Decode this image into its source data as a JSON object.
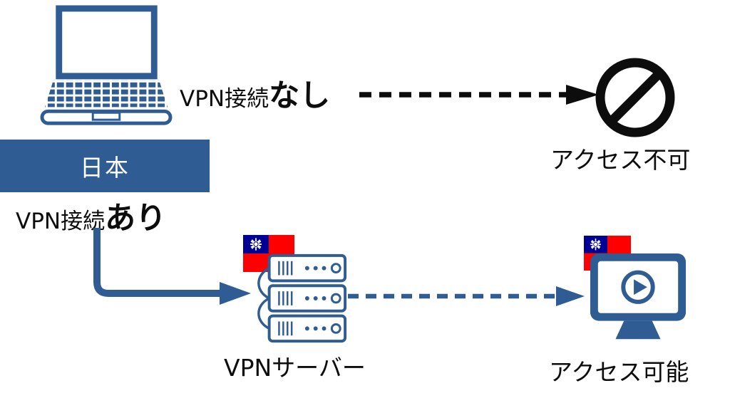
{
  "colors": {
    "primary_blue": "#2e5c93",
    "ink_black": "#0d0d0d",
    "flag_red": "#fe0000",
    "flag_blue": "#000095",
    "white": "#ffffff"
  },
  "nodes": {
    "client_country": "日本",
    "vpn_server_label": "VPNサーバー",
    "access_denied_label": "アクセス不可",
    "access_allowed_label": "アクセス可能"
  },
  "edges": {
    "no_vpn": {
      "prefix": "VPN接続",
      "emphasis": "なし"
    },
    "with_vpn": {
      "prefix": "VPN接続",
      "emphasis": "あり"
    }
  },
  "icons": {
    "laptop": "laptop-icon",
    "prohibition": "prohibition-icon",
    "server": "server-stack-icon",
    "monitor": "monitor-play-icon",
    "flag": "taiwan-flag-icon"
  }
}
